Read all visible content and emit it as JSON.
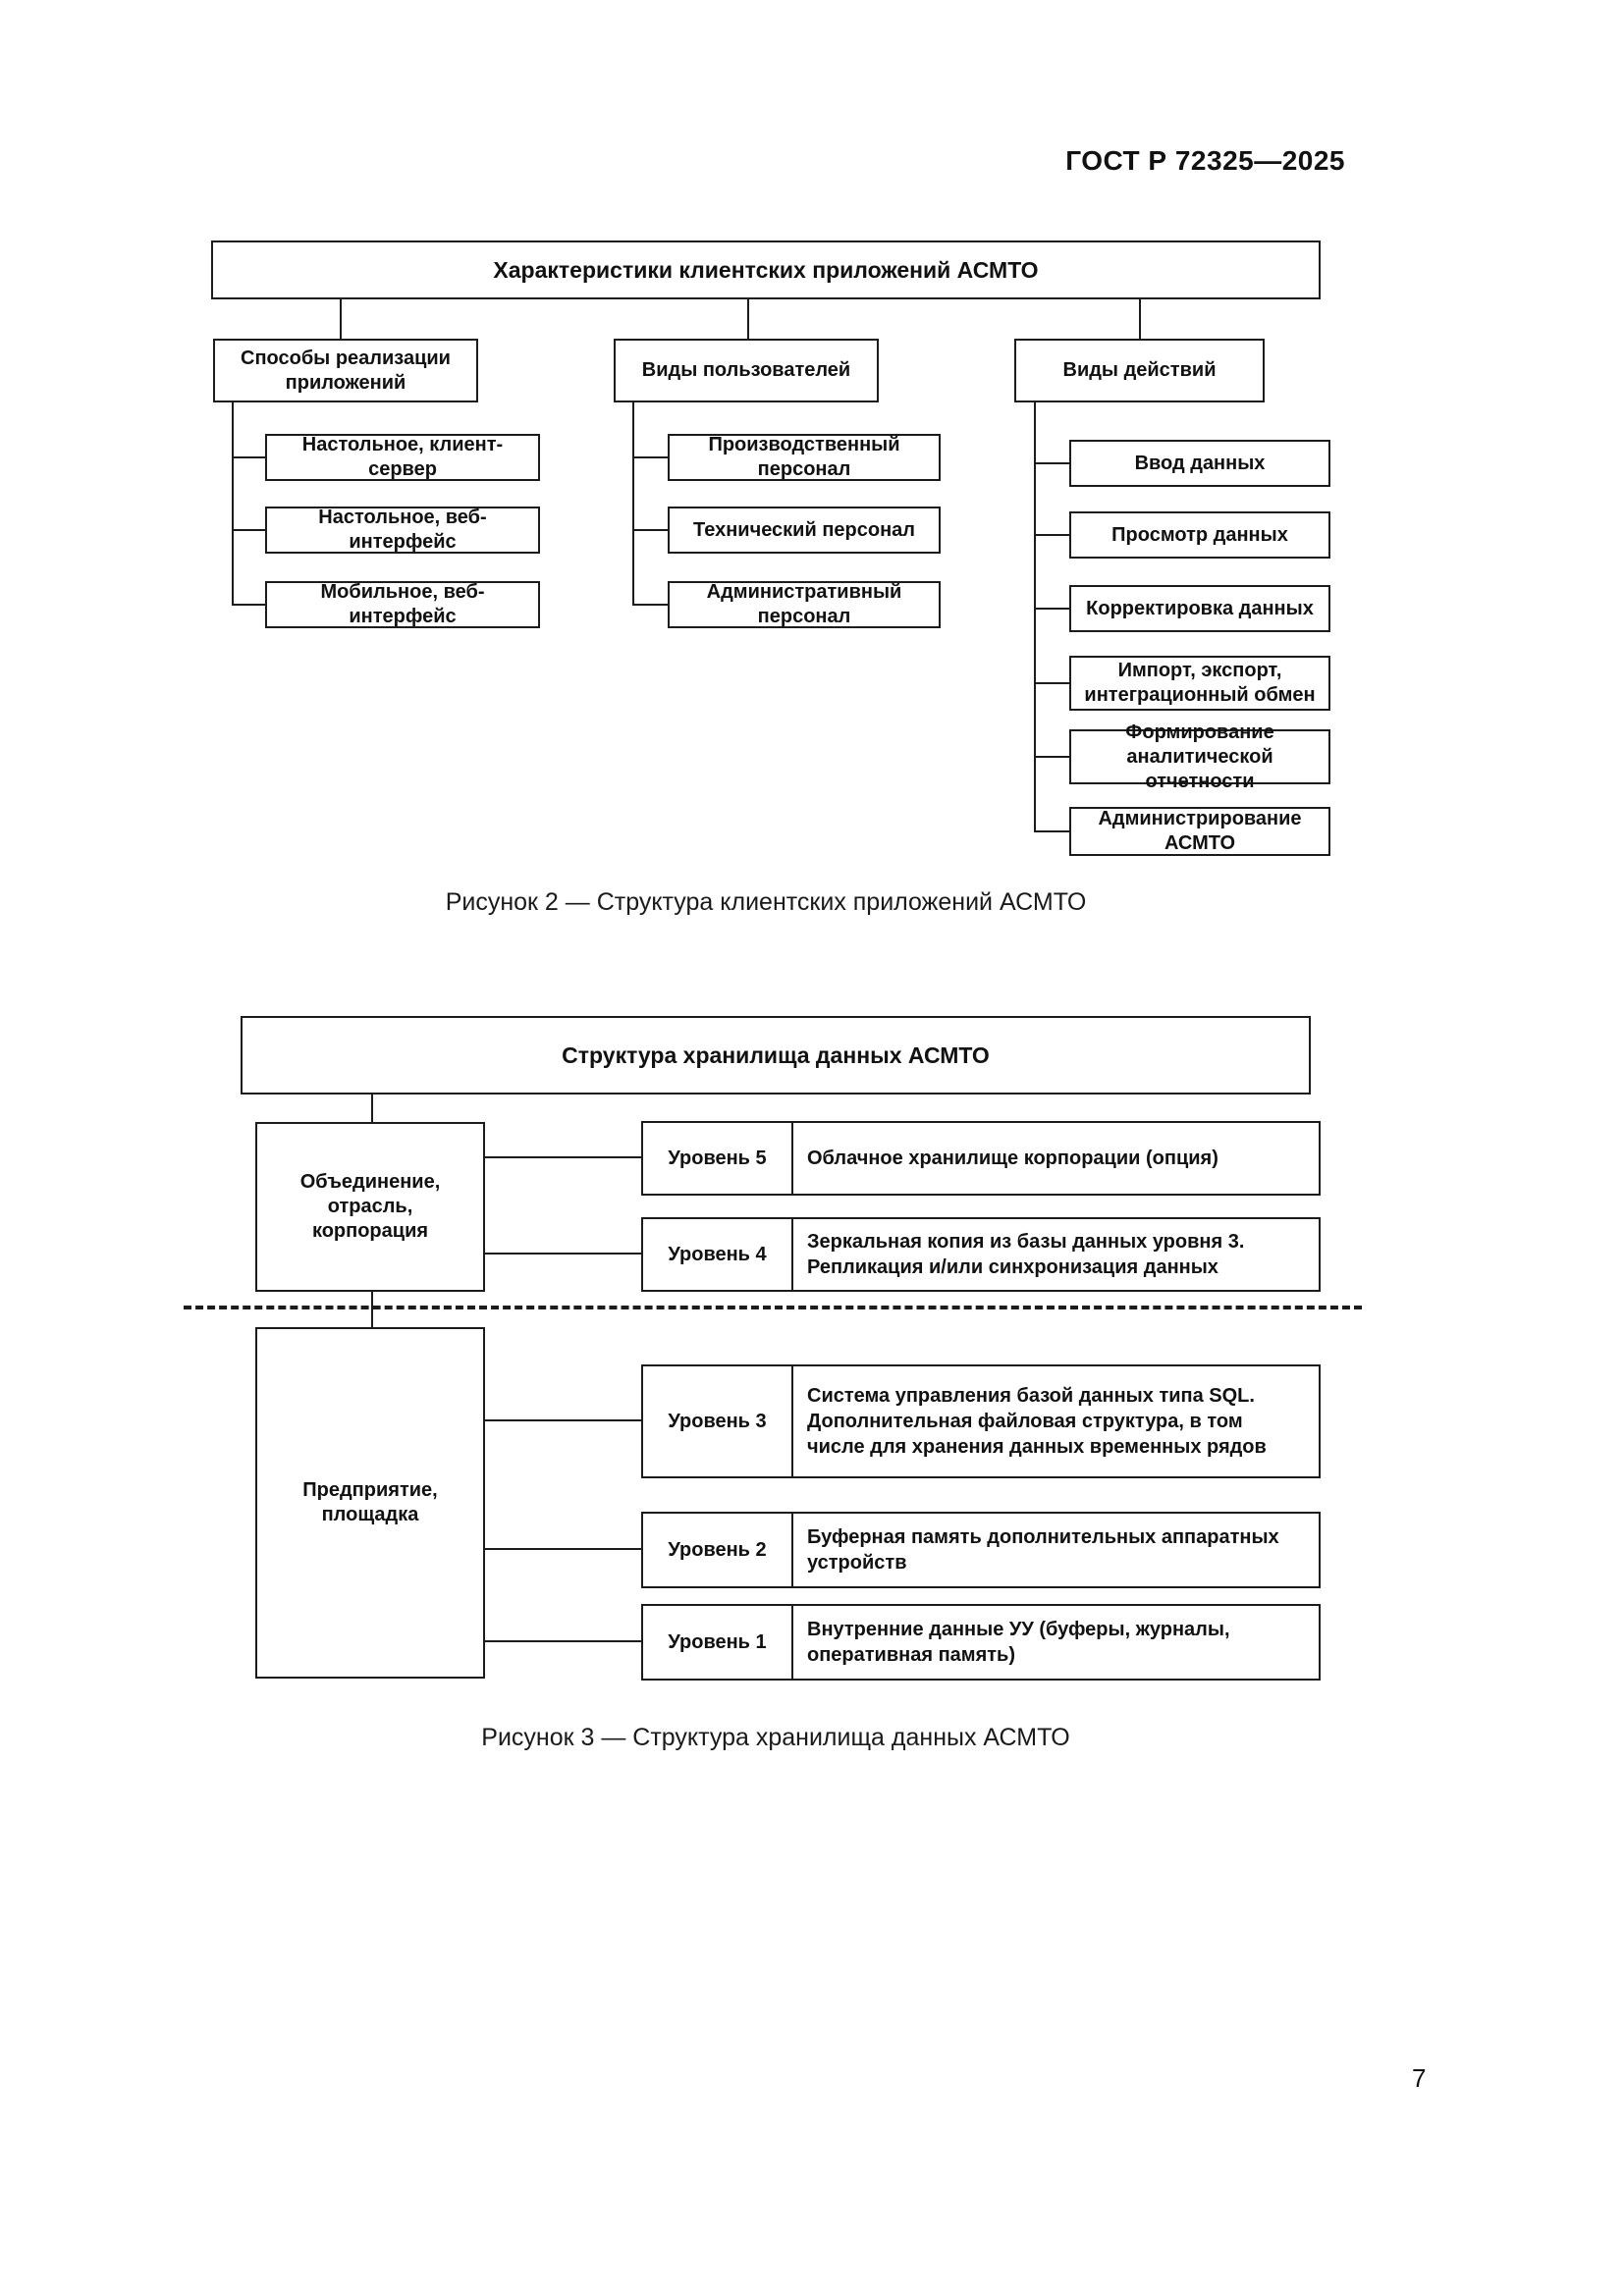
{
  "page": {
    "header": "ГОСТ Р 72325—2025",
    "page_number": "7"
  },
  "fig2": {
    "title": "Характеристики клиентских приложений АСМТО",
    "caption": "Рисунок 2 — Структура клиентских приложений АСМТО",
    "columns": [
      {
        "header": "Способы реализации\nприложений",
        "items": [
          "Настольное, клиент-сервер",
          "Настольное, веб-интерфейс",
          "Мобильное, веб-интерфейс"
        ]
      },
      {
        "header": "Виды пользователей",
        "items": [
          "Производственный персонал",
          "Технический персонал",
          "Административный персонал"
        ]
      },
      {
        "header": "Виды действий",
        "items": [
          "Ввод данных",
          "Просмотр данных",
          "Корректировка данных",
          "Импорт, экспорт,\nинтеграционный обмен",
          "Формирование\nаналитической отчетности",
          "Администрирование АСМТО"
        ]
      }
    ]
  },
  "fig3": {
    "title": "Структура хранилища данных АСМТО",
    "caption": "Рисунок 3 — Структура хранилища данных АСМТО",
    "scopes": [
      {
        "label": "Объединение,\nотрасль,\nкорпорация"
      },
      {
        "label": "Предприятие,\nплощадка"
      }
    ],
    "levels": [
      {
        "label": "Уровень 5",
        "description": "Облачное хранилище корпорации (опция)"
      },
      {
        "label": "Уровень 4",
        "description": "Зеркальная копия из базы данных уровня 3.\nРепликация и/или синхронизация данных"
      },
      {
        "label": "Уровень 3",
        "description": "Система управления базой данных типа SQL.\nДополнительная файловая структура, в том\nчисле для хранения данных временных рядов"
      },
      {
        "label": "Уровень 2",
        "description": "Буферная память дополнительных аппаратных\nустройств"
      },
      {
        "label": "Уровень 1",
        "description": "Внутренние данные УУ (буферы, журналы,\nоперативная память)"
      }
    ]
  }
}
